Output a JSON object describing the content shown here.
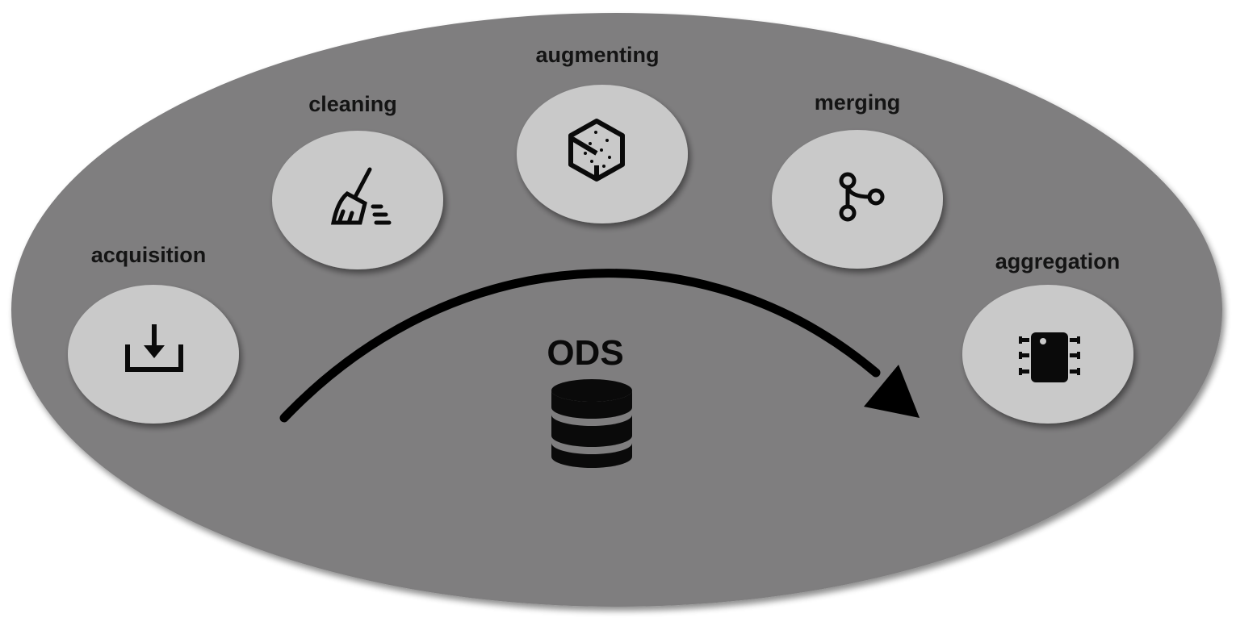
{
  "diagram": {
    "center": {
      "label": "ODS",
      "icon": "database-icon"
    },
    "steps": [
      {
        "label": "acquisition",
        "icon": "download-tray-icon"
      },
      {
        "label": "cleaning",
        "icon": "broom-icon"
      },
      {
        "label": "augmenting",
        "icon": "hexagon-cube-icon"
      },
      {
        "label": "merging",
        "icon": "git-merge-icon"
      },
      {
        "label": "aggregation",
        "icon": "chip-icon"
      }
    ],
    "flow": "acquisition-to-aggregation-arrow",
    "colors": {
      "background_ellipse": "#7f7e7f",
      "step_circle": "#c9c9c9",
      "icon": "#0a0a0a",
      "arrow": "#000000"
    }
  }
}
